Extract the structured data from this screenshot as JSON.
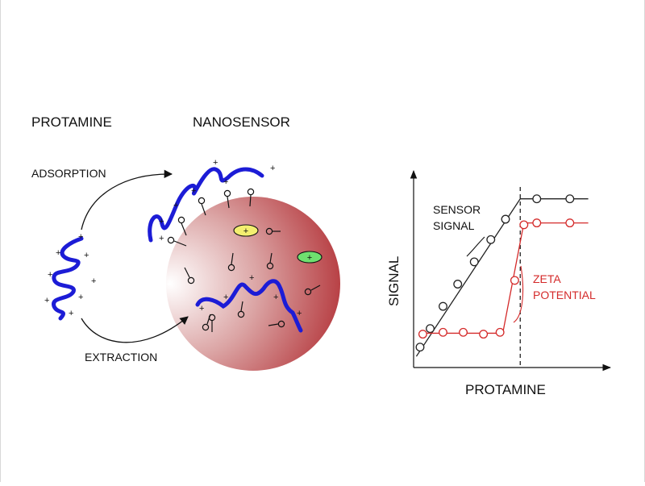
{
  "labels": {
    "protamine_title": "PROTAMINE",
    "nanosensor_title": "NANOSENSOR",
    "adsorption": "ADSORPTION",
    "extraction": "EXTRACTION",
    "plus": "+"
  },
  "colors": {
    "polymer": "#1c1cd6",
    "sphere_light": "#ffffff",
    "sphere_dark": "#ad2228",
    "sensor_series": "#222222",
    "zeta_series": "#d42a2a",
    "yellow_ion": "#f3ee70",
    "green_ion": "#6fe06f"
  },
  "chart_data": {
    "type": "line",
    "xlabel": "PROTAMINE",
    "ylabel": "SIGNAL",
    "annotations": {
      "sensor_line1": "SENSOR",
      "sensor_line2": "SIGNAL",
      "zeta_line1": "ZETA",
      "zeta_line2": "POTENTIAL"
    },
    "xlim": [
      0,
      10
    ],
    "ylim": [
      0,
      10
    ],
    "equivalence_x": 5.8,
    "series": [
      {
        "key": "sensor",
        "color": "#222222",
        "x": [
          0.35,
          0.9,
          1.6,
          2.4,
          3.3,
          4.2,
          5.0,
          6.7,
          8.5
        ],
        "y": [
          1.1,
          2.1,
          3.3,
          4.5,
          5.7,
          6.9,
          8.0,
          9.1,
          9.1
        ],
        "line_x": [
          0.15,
          5.8,
          9.5
        ],
        "line_y": [
          0.6,
          9.1,
          9.1
        ]
      },
      {
        "key": "zeta",
        "color": "#d42a2a",
        "x": [
          0.5,
          1.6,
          2.7,
          3.8,
          4.7,
          5.5,
          6.0,
          6.7,
          8.5
        ],
        "y": [
          1.8,
          1.9,
          1.9,
          1.8,
          1.9,
          4.7,
          7.7,
          7.8,
          7.8
        ],
        "line_x": [
          0.3,
          4.85,
          6.0,
          9.5
        ],
        "line_y": [
          1.85,
          1.85,
          7.8,
          7.8
        ]
      }
    ]
  }
}
